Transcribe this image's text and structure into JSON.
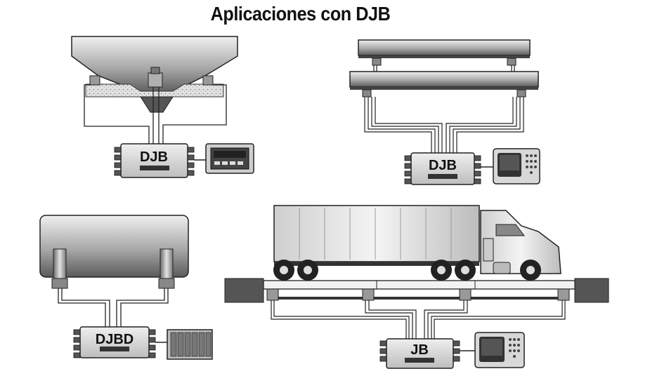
{
  "title": "Aplicaciones con DJB",
  "boxes": {
    "hopper": "DJB",
    "conveyor": "DJB",
    "tank": "DJBD",
    "truck": "JB"
  },
  "colors": {
    "steel_dark": "#6b6b6b",
    "steel_mid": "#a9a9a9",
    "steel_light": "#e6e6e6",
    "box_fill": "#d9d9d9",
    "outline": "#222222"
  }
}
